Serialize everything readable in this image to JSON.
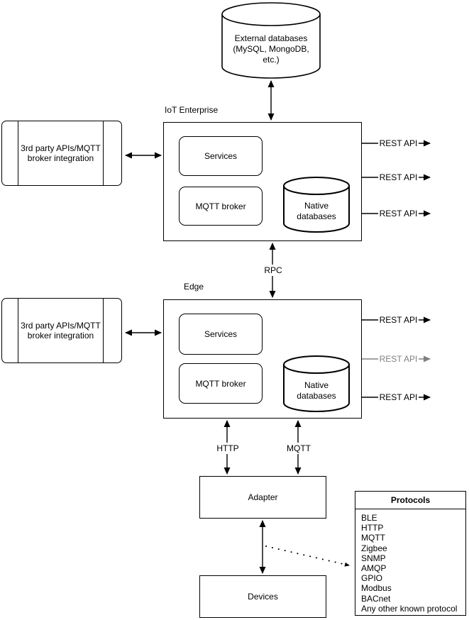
{
  "colors": {
    "stroke": "#000000",
    "muted_stroke": "#808080",
    "background": "#ffffff"
  },
  "external_database": {
    "label": "External databases\n(MySQL, MongoDB,\netc.)"
  },
  "enterprise": {
    "title": "IoT Enterprise",
    "services_label": "Services",
    "mqtt_broker_label": "MQTT broker",
    "native_db_label": "Native\ndatabases",
    "integration_label": "3rd party APIs/MQTT\nbroker integration",
    "rest_apis": [
      "REST API",
      "REST API",
      "REST API"
    ]
  },
  "edge": {
    "title": "Edge",
    "services_label": "Services",
    "mqtt_broker_label": "MQTT broker",
    "native_db_label": "Native\ndatabases",
    "integration_label": "3rd party APIs/MQTT\nbroker integration",
    "rest_apis": [
      "REST API",
      "REST API",
      "REST API"
    ]
  },
  "connectors": {
    "rpc_label": "RPC",
    "http_label": "HTTP",
    "mqtt_label": "MQTT"
  },
  "adapter": {
    "label": "Adapter"
  },
  "devices": {
    "label": "Devices"
  },
  "protocols": {
    "title": "Protocols",
    "items": [
      "BLE",
      "HTTP",
      "MQTT",
      "Zigbee",
      "SNMP",
      "AMQP",
      "GPIO",
      "Modbus",
      "BACnet",
      "Any other known protocol"
    ]
  }
}
